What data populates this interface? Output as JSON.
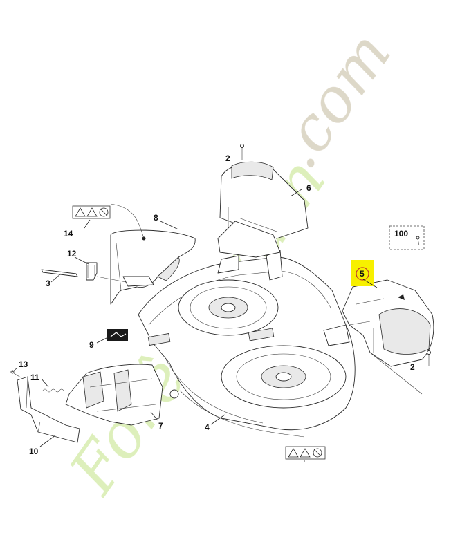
{
  "diagram": {
    "callouts": [
      {
        "id": "c2a",
        "label": "2"
      },
      {
        "id": "c6",
        "label": "6"
      },
      {
        "id": "c8",
        "label": "8"
      },
      {
        "id": "c14",
        "label": "14"
      },
      {
        "id": "c12",
        "label": "12"
      },
      {
        "id": "c3",
        "label": "3"
      },
      {
        "id": "c100",
        "label": "100"
      },
      {
        "id": "c5",
        "label": "5"
      },
      {
        "id": "c9",
        "label": "9"
      },
      {
        "id": "c2b",
        "label": "2"
      },
      {
        "id": "c13",
        "label": "13"
      },
      {
        "id": "c11",
        "label": "11"
      },
      {
        "id": "c7",
        "label": "7"
      },
      {
        "id": "c4",
        "label": "4"
      },
      {
        "id": "c10",
        "label": "10"
      }
    ],
    "highlight": {
      "label": "5",
      "color": "#f7f000",
      "circle_color": "#c0392b"
    },
    "watermark": {
      "text_main": "Forêt-Jardin",
      "text_end": ".com",
      "color_green": "#d8ecb0",
      "color_brown": "#d9d2c0"
    }
  },
  "colors": {
    "ink": "#222222",
    "background": "#ffffff"
  }
}
